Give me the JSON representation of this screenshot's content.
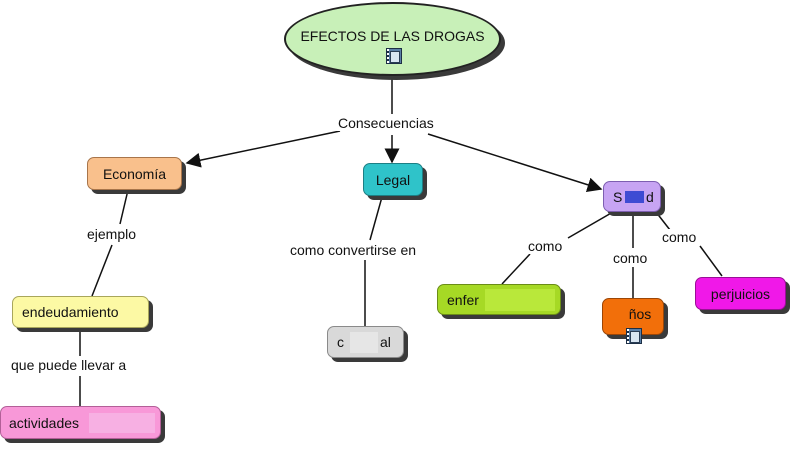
{
  "root": {
    "title": "EFECTOS DE LAS DROGAS",
    "icon": "film-clip-icon"
  },
  "links": {
    "consecuencias": "Consecuencias",
    "ejemplo": "ejemplo",
    "como_convertirse_en": "como convertirse en",
    "que_puede_llevar_a": "que puede llevar a",
    "como_1": "como",
    "como_2": "como",
    "como_3": "como"
  },
  "nodes": {
    "economia": "Economía",
    "legal": "Legal",
    "salud_left": "S",
    "salud_right": "d",
    "endeudamiento": "endeudamiento",
    "actividades": "actividades",
    "ilegal_left": "c",
    "ilegal_right": "al",
    "enfermedades": "enfer",
    "danos": "ños",
    "perjuicios": "perjuicios"
  },
  "colors": {
    "root_fill": "#c8f0b8",
    "economia": "#f9c08c",
    "legal": "#2fc3c9",
    "salud": "#c7a4f3",
    "endeudamiento": "#fcf9a4",
    "actividades": "#f898d8",
    "ilegal": "#d9d9d9",
    "enfermedades": "#a6d925",
    "danos": "#f26f0a",
    "perjuicios": "#f018e8"
  }
}
